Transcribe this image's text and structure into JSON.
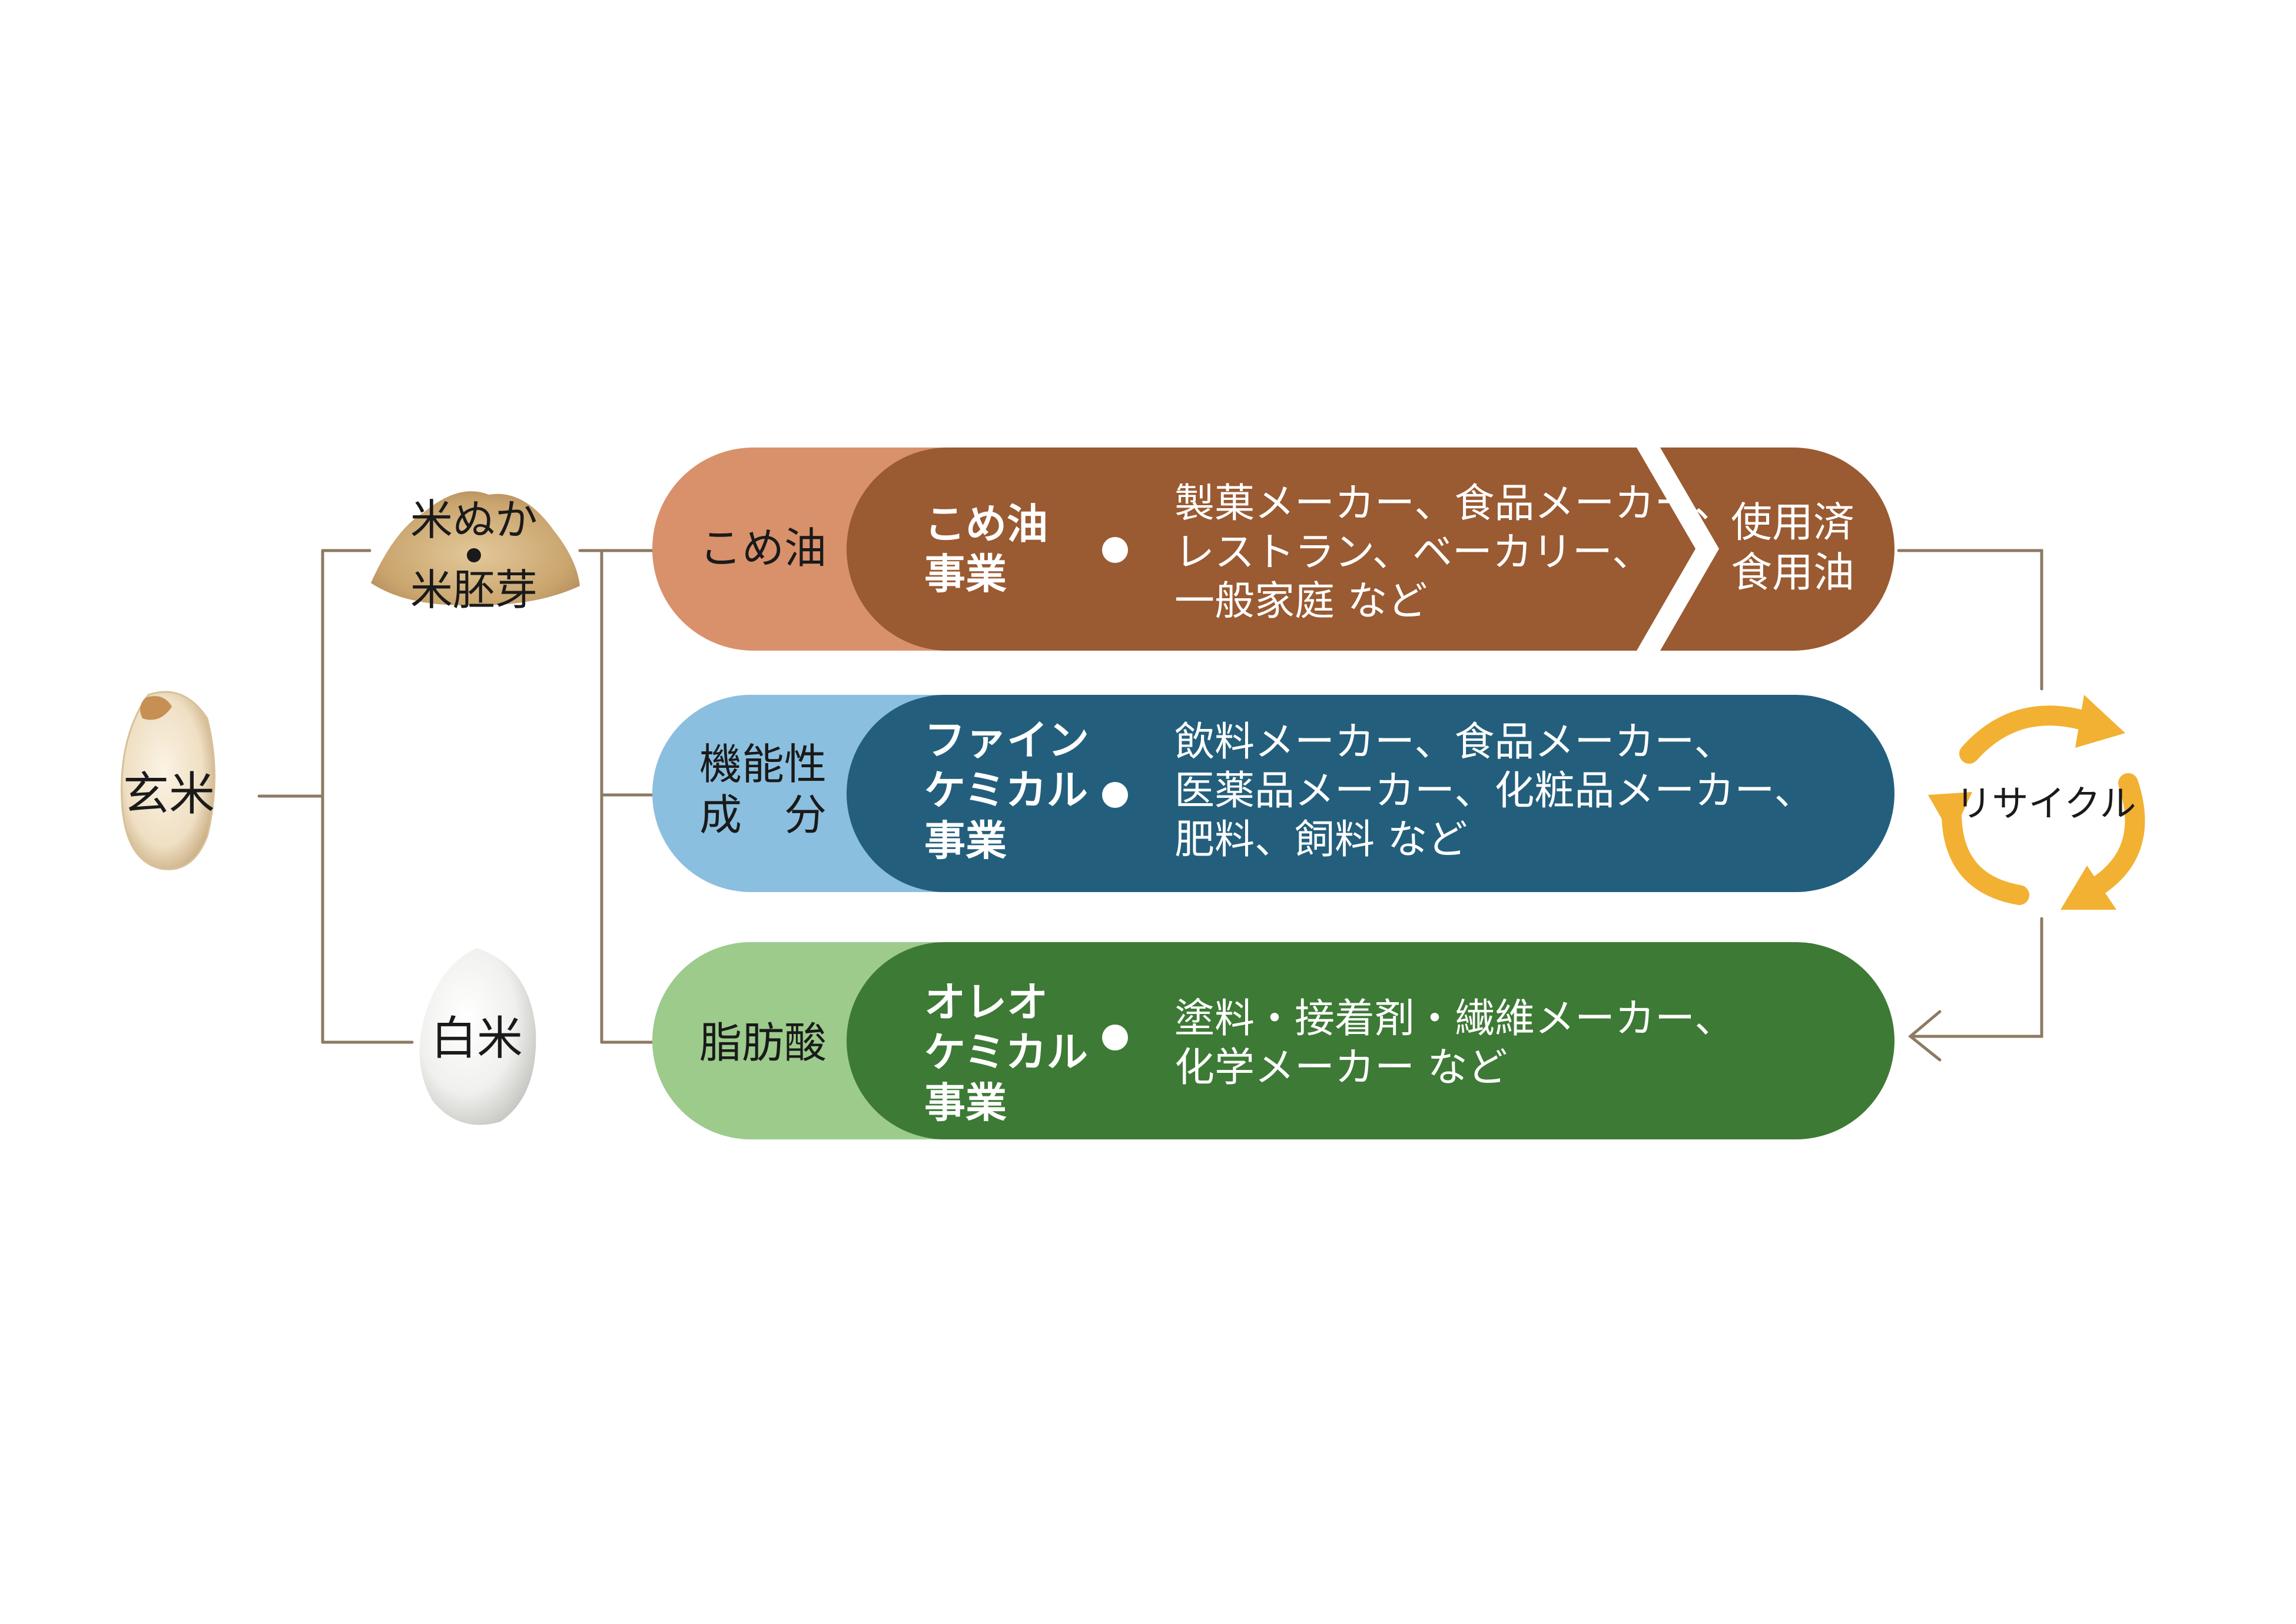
{
  "sources": {
    "genmai": "玄米",
    "komenuka_line1": "米ぬか",
    "komenuka_line2": "米胚芽",
    "hakumai": "白米"
  },
  "rows": [
    {
      "label": "こめ油",
      "business": [
        "こめ油",
        "事業"
      ],
      "clients": [
        "製菓メーカー、食品メーカー、",
        "レストラン、ベーカリー、",
        "一般家庭 など"
      ],
      "end_label": [
        "使用済",
        "食用油"
      ],
      "colors": {
        "light": "#d9916b",
        "dark": "#9a5a32"
      }
    },
    {
      "label": "機能性\n成　分",
      "business": [
        "ファイン",
        "ケミカル",
        "事業"
      ],
      "clients": [
        "飲料メーカー、食品メーカー、",
        "医薬品メーカー、化粧品メーカー、",
        "肥料、飼料 など"
      ],
      "colors": {
        "light": "#8bbfdf",
        "dark": "#235f7c"
      }
    },
    {
      "label": "脂肪酸",
      "business": [
        "オレオ",
        "ケミカル",
        "事業"
      ],
      "clients": [
        "塗料・接着剤・繊維メーカー、",
        "化学メーカー など"
      ],
      "colors": {
        "light": "#9ccb8c",
        "dark": "#3d7a35"
      }
    }
  ],
  "recycle": {
    "label": "リサイクル",
    "icon": "recycle-arrows-icon",
    "color": "#f2b132"
  },
  "line_color": "#8c7a62"
}
